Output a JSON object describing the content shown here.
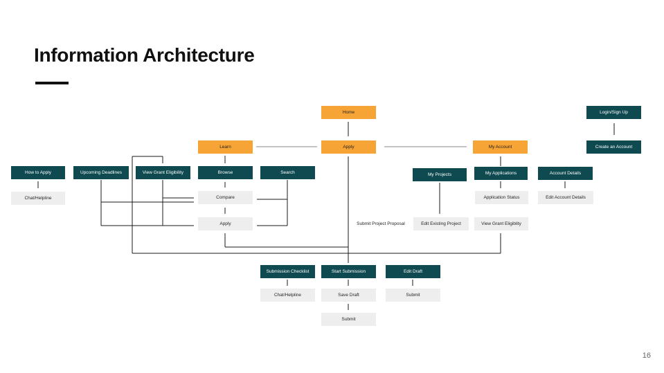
{
  "slide": {
    "title": "Information Architecture",
    "page_number": "16"
  },
  "colors": {
    "primary": "#f7a436",
    "dark": "#0e4a50",
    "light": "#eeeeee",
    "line": "#1a1a1a"
  },
  "nodes": {
    "home": "Home",
    "login_signup": "Login/Sign Up",
    "learn": "Learn",
    "apply_main": "Apply",
    "my_account": "My Account",
    "create_account": "Create an Account",
    "how_to_apply": "How to Apply",
    "upcoming_deadlines": "Upcoming Deadlines",
    "view_grant_eligibility": "View Grant Eligibility",
    "browse": "Browse",
    "search": "Search",
    "my_projects": "My Projects",
    "my_applications": "My Applications",
    "account_details": "Account Details",
    "chat_helpline_1": "Chat/Helpline",
    "compare": "Compare",
    "application_status": "Application Status",
    "edit_account_details": "Edit Account Details",
    "apply_sub": "Apply",
    "submit_project_proposal": "Submit Project Proposal",
    "edit_existing_project": "Edit Existing Project",
    "view_grant_eligibility_2": "View Grant Eligiblity",
    "submission_checklist": "Submission Checklist",
    "start_submission": "Start Submission",
    "edit_draft": "Edit Draft",
    "chat_helpline_2": "Chat/Helpline",
    "save_draft": "Save Draft",
    "submit_1": "Submit",
    "submit_2": "Submit"
  }
}
